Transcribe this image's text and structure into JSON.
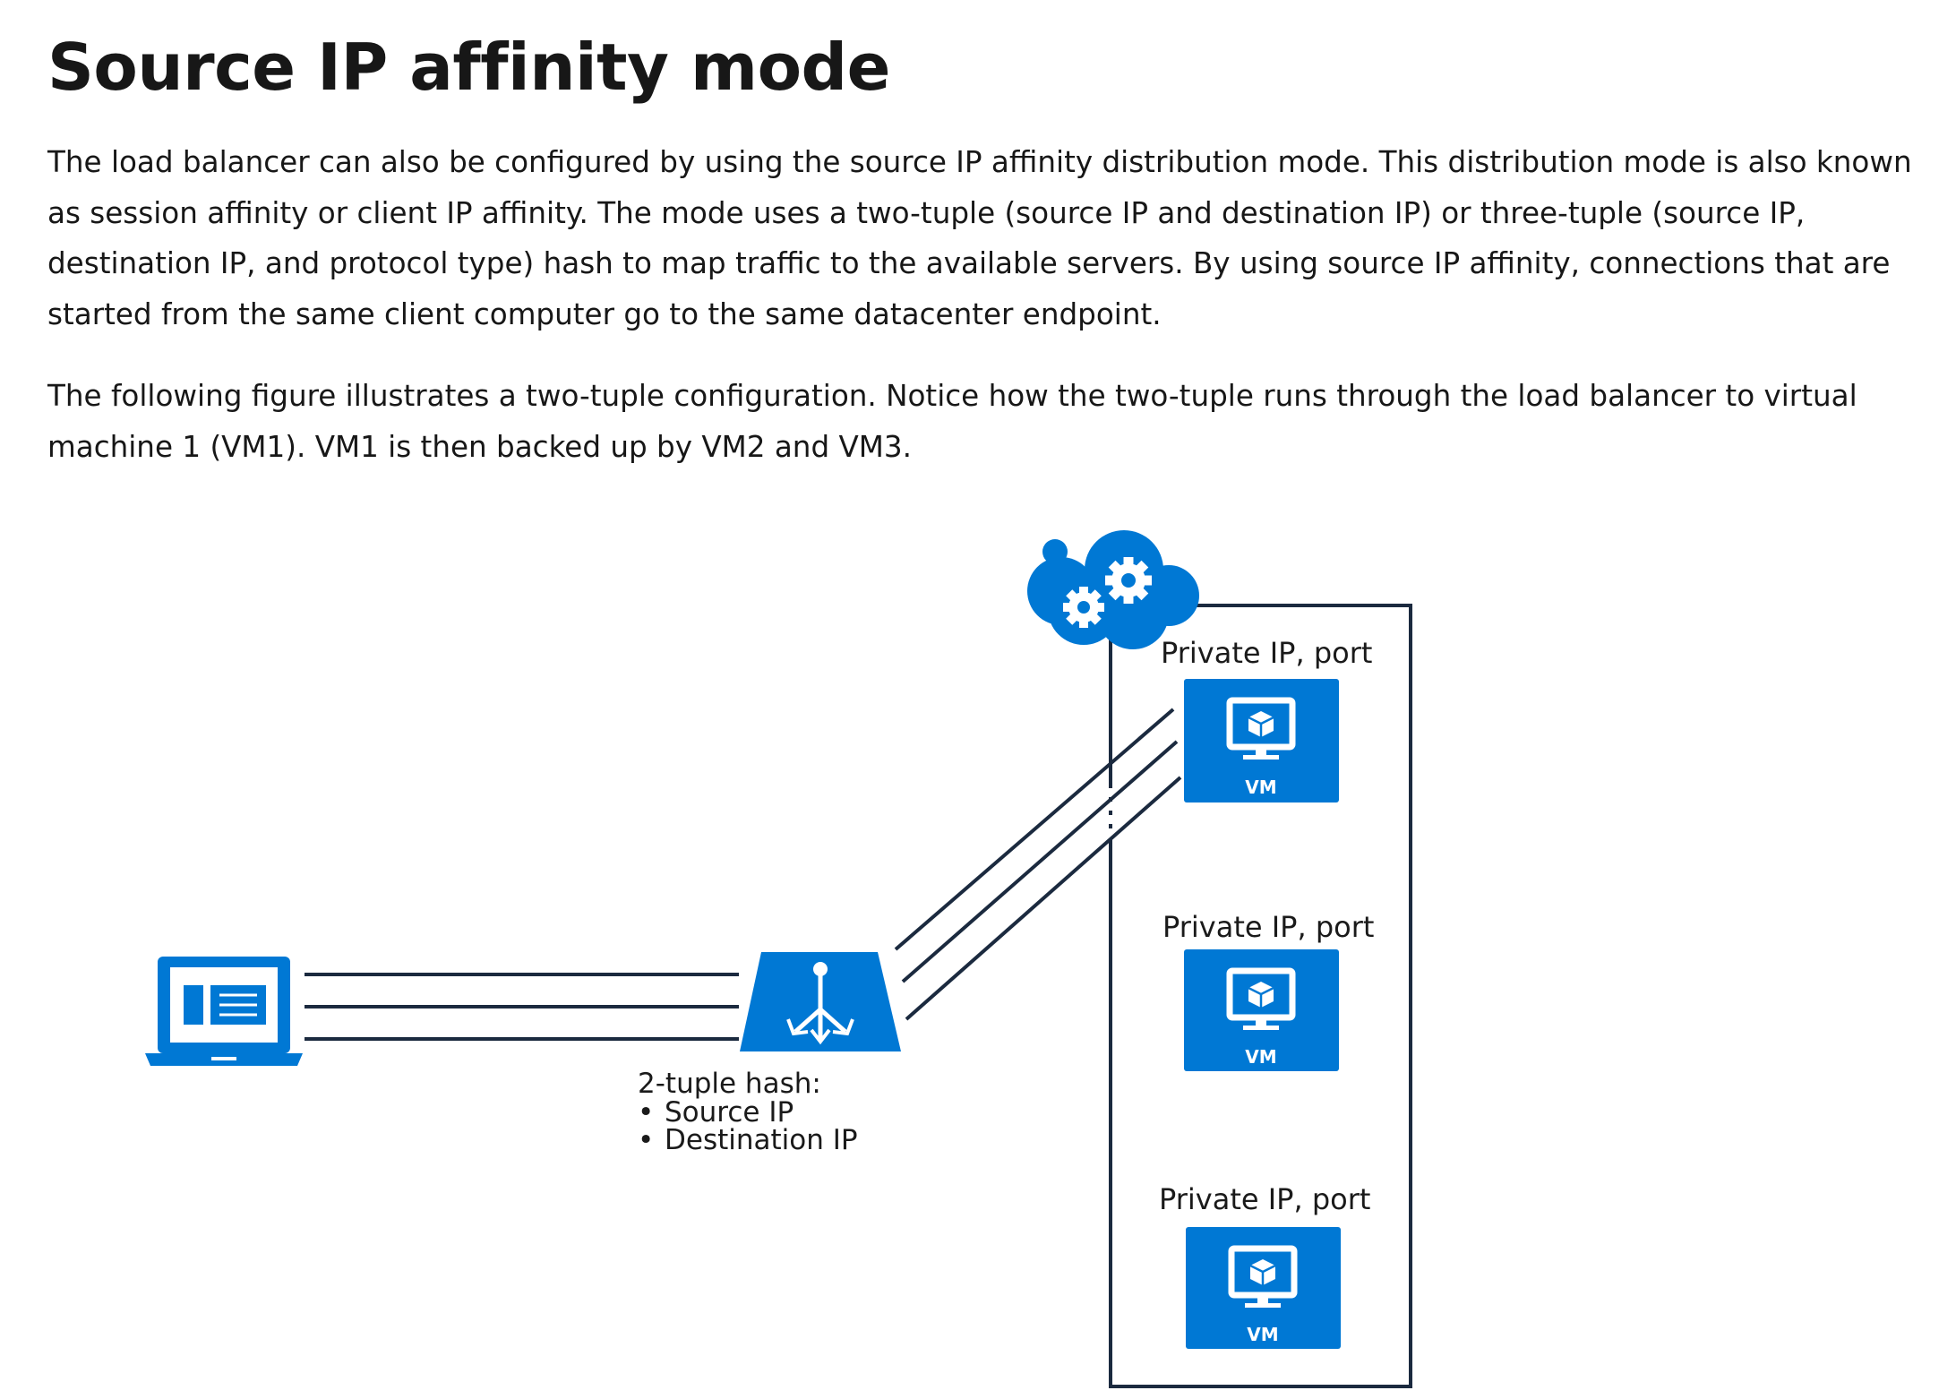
{
  "heading": "Source IP affinity mode",
  "paragraphs": [
    "The load balancer can also be configured by using the source IP affinity distribution mode. This distribution mode is also known as session affinity or client IP affinity. The mode uses a two-tuple (source IP and destination IP) or three-tuple (source IP, destination IP, and protocol type) hash to map traffic to the available servers. By using source IP affinity, connections that are started from the same client computer go to the same datacenter endpoint.",
    "The following figure illustrates a two-tuple configuration. Notice how the two-tuple runs through the load balancer to virtual machine 1 (VM1). VM1 is then backed up by VM2 and VM3."
  ],
  "diagram": {
    "hash_title": "2-tuple hash:",
    "hash_items": [
      "Source IP",
      "Destination IP"
    ],
    "vms": [
      {
        "label": "Private IP, port",
        "badge": "VM"
      },
      {
        "label": "Private IP, port",
        "badge": "VM"
      },
      {
        "label": "Private IP, port",
        "badge": "VM"
      }
    ],
    "colors": {
      "accent": "#0078d4",
      "line": "#1b2a3f",
      "text": "#171717"
    },
    "icons": [
      "laptop-icon",
      "load-balancer-icon",
      "cloud-gears-icon",
      "vm-monitor-icon"
    ]
  }
}
